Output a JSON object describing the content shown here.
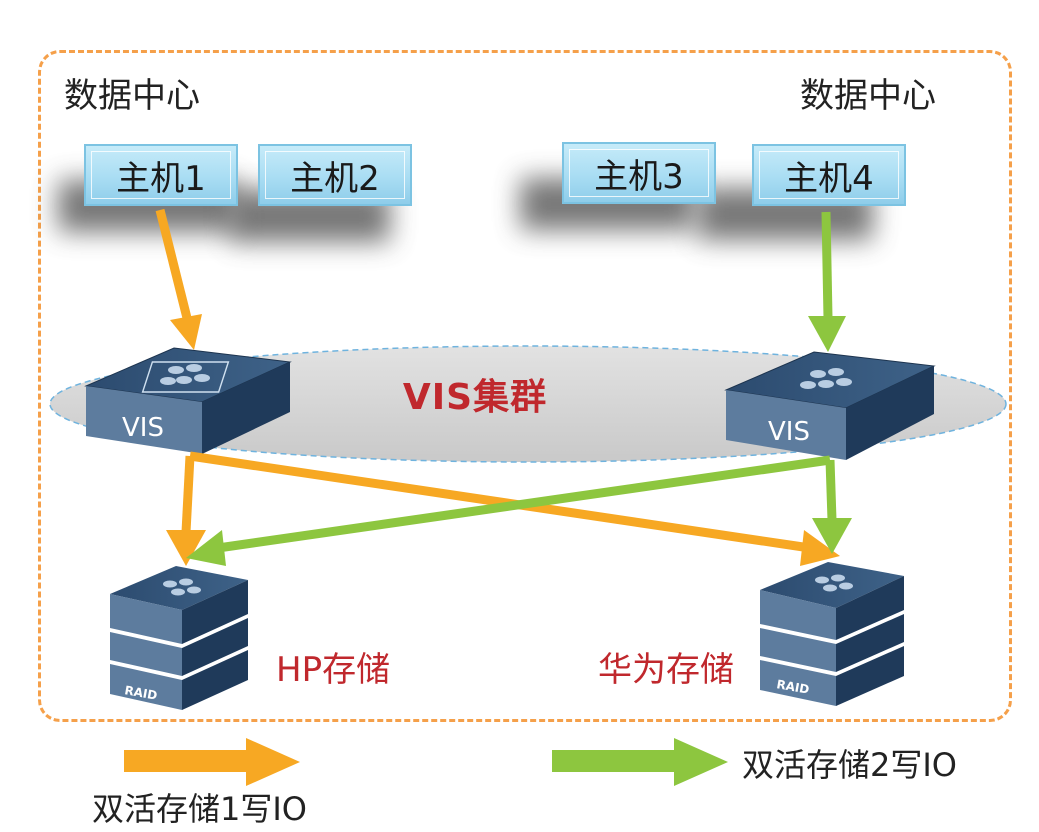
{
  "datacenters": {
    "left_label": "数据中心",
    "right_label": "数据中心"
  },
  "hosts": [
    {
      "label": "主机1"
    },
    {
      "label": "主机2"
    },
    {
      "label": "主机3"
    },
    {
      "label": "主机4"
    }
  ],
  "cluster": {
    "label": "VIS集群",
    "node_label_left": "VIS",
    "node_label_right": "VIS"
  },
  "storage": {
    "left_label": "HP存储",
    "right_label": "华为存储",
    "raid_label_left": "RAID",
    "raid_label_right": "RAID"
  },
  "legend": {
    "orange_label": "双活存储1写IO",
    "green_label": "双活存储2写IO"
  },
  "colors": {
    "orange_io": "#f7a823",
    "green_io": "#8dc63f",
    "frame_dash": "#f5a04a",
    "label_red": "#c0282d"
  }
}
